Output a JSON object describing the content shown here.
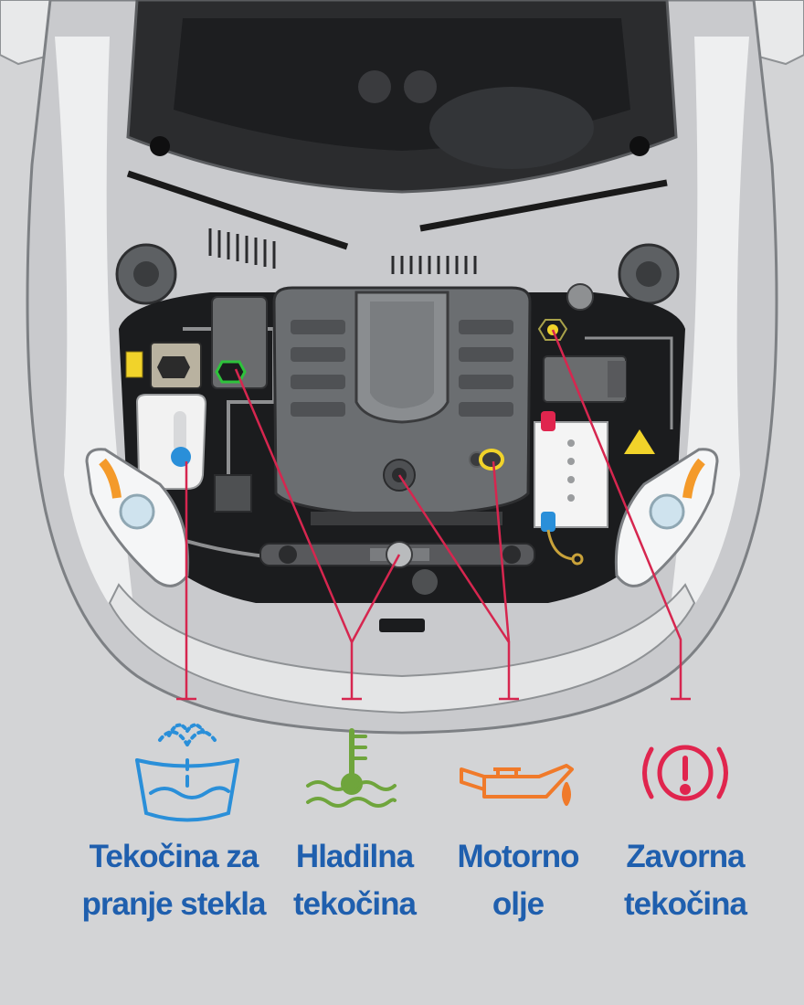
{
  "colors": {
    "background": "#d3d4d6",
    "label_text": "#1f5fae",
    "leader_line": "#d6264f",
    "washer": "#2a8fd9",
    "coolant": "#6fa53c",
    "oil": "#f07a2a",
    "brake": "#e0254e"
  },
  "items": [
    {
      "icon": "windshield-washer-icon",
      "line1": "Tekočina za",
      "line2": "pranje stekla"
    },
    {
      "icon": "coolant-temperature-icon",
      "line1": "Hladilna",
      "line2": "tekočina"
    },
    {
      "icon": "oil-can-icon",
      "line1": "Motorno",
      "line2": "olje"
    },
    {
      "icon": "brake-warning-icon",
      "line1": "Zavorna",
      "line2": "tekočina"
    }
  ]
}
